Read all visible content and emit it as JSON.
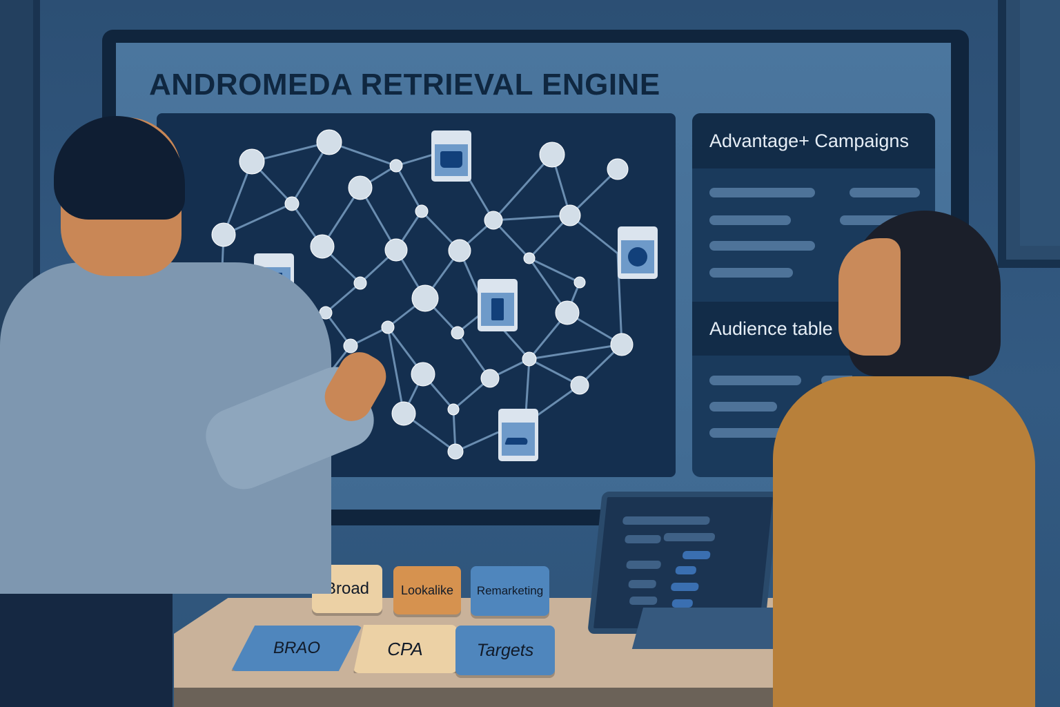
{
  "scene": {
    "description": "Illustration of two people viewing a large display showing an ad retrieval engine dashboard"
  },
  "screen": {
    "title": "ANDROMEDA RETRIEVAL ENGINE",
    "graph_panel": {
      "node_count_visible": 44,
      "ad_cards": [
        {
          "icon": "sofa-icon"
        },
        {
          "icon": "laptop-icon"
        },
        {
          "icon": "washing-machine-icon"
        },
        {
          "icon": "phone-icon"
        },
        {
          "icon": "shoe-icon"
        }
      ]
    },
    "side_panel": {
      "sections": [
        {
          "title": "Advantage+ Campaigns"
        },
        {
          "title": "Audience table"
        }
      ]
    }
  },
  "desk": {
    "tiles": [
      {
        "label": "Broad",
        "color": "#ecd1a5"
      },
      {
        "label": "Lookalike",
        "color": "#d6924f"
      },
      {
        "label": "Remarketing",
        "color": "#4f86bd"
      },
      {
        "label": "BRAO",
        "color": "#4f86bd"
      },
      {
        "label": "CPA",
        "color": "#ecd1a5"
      },
      {
        "label": "Targets",
        "color": "#4f86bd"
      }
    ]
  },
  "colors": {
    "wall": "#2f5479",
    "screen_bg": "#4b769e",
    "panel_dark": "#142f4f",
    "node": "#d3dee8",
    "edge": "#6a8db0",
    "title_text": "#0f2740"
  }
}
